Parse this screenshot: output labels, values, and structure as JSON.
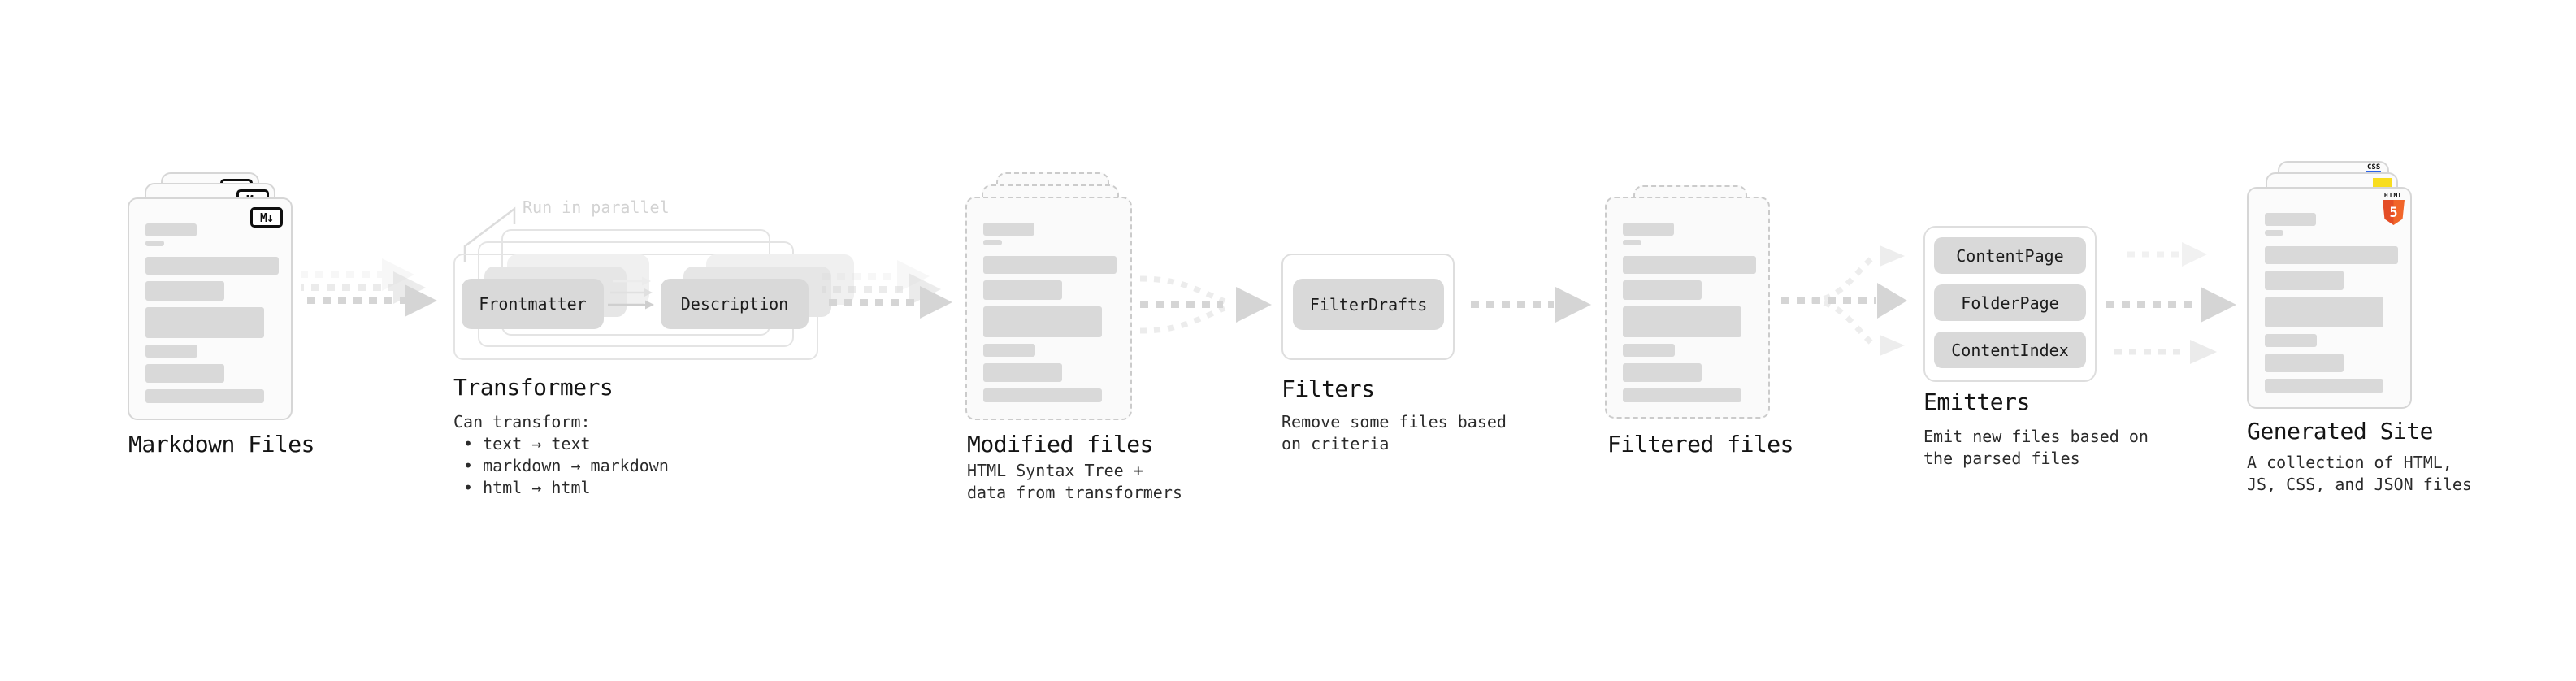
{
  "sections": {
    "markdown": {
      "label": "Markdown Files"
    },
    "transformers": {
      "label": "Transformers",
      "note": "Run in parallel",
      "buttons": [
        "Frontmatter",
        "Description"
      ],
      "desc_title": "Can transform:",
      "bullets": [
        "• text → text",
        "• markdown → markdown",
        "• html → html"
      ]
    },
    "modified": {
      "label": "Modified files",
      "desc": [
        "HTML Syntax Tree +",
        "data from transformers"
      ]
    },
    "filters": {
      "label": "Filters",
      "buttons": [
        "FilterDrafts"
      ],
      "desc": [
        "Remove some files based",
        "on criteria"
      ]
    },
    "filtered": {
      "label": "Filtered files"
    },
    "emitters": {
      "label": "Emitters",
      "buttons": [
        "ContentPage",
        "FolderPage",
        "ContentIndex"
      ],
      "desc": [
        "Emit new files based on",
        "the parsed files"
      ]
    },
    "generated": {
      "label": "Generated Site",
      "desc": [
        "A collection of HTML,",
        "JS, CSS, and JSON files"
      ]
    }
  },
  "icons": {
    "markdown_badge": "M↓",
    "html5_caption": "HTML",
    "html5_numeral": "5",
    "css_label": "CSS"
  },
  "colors": {
    "skeleton_bar": "#d9d9d9",
    "arrow_dark": "#d5d5d5",
    "arrow_light": "#ececec",
    "html5_orange": "#e44d26",
    "html5_orange_light": "#f16529",
    "js_yellow": "#f8dd1f",
    "css_blue": "#2b63e8"
  }
}
